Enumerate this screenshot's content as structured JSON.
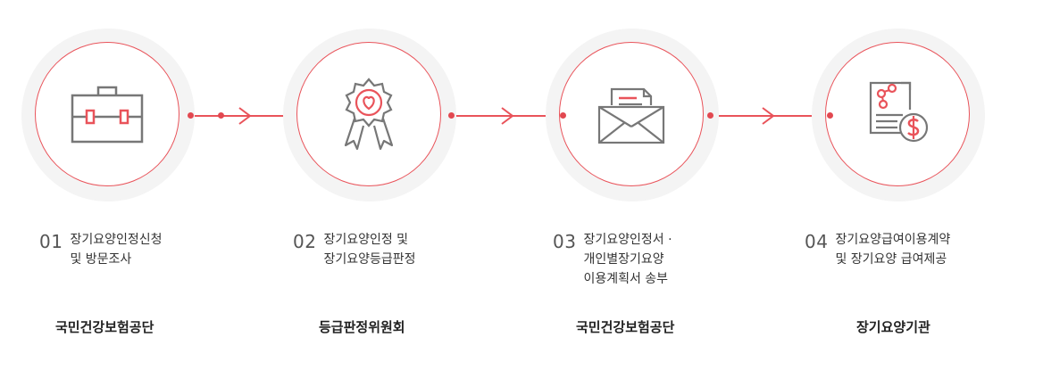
{
  "steps": [
    {
      "number": "01",
      "icon": "briefcase-icon",
      "lines": [
        "장기요양인정신청",
        "및 방문조사"
      ],
      "org": "국민건강보험공단"
    },
    {
      "number": "02",
      "icon": "award-ribbon-heart-icon",
      "lines": [
        "장기요양인정 및",
        "장기요양등급판정"
      ],
      "org": "등급판정위원회"
    },
    {
      "number": "03",
      "icon": "mail-envelope-icon",
      "lines": [
        "장기요양인정서 ·",
        "개인별장기요양",
        "이용계획서 송부"
      ],
      "org": "국민건강보험공단"
    },
    {
      "number": "04",
      "icon": "contract-dollar-icon",
      "lines": [
        "장기요양급여이용계약",
        "및 장기요양 급여제공"
      ],
      "org": "장기요양기관"
    }
  ],
  "colors": {
    "accent": "#e9535a",
    "circle_bg": "#f4f4f4",
    "icon_gray": "#777777"
  }
}
